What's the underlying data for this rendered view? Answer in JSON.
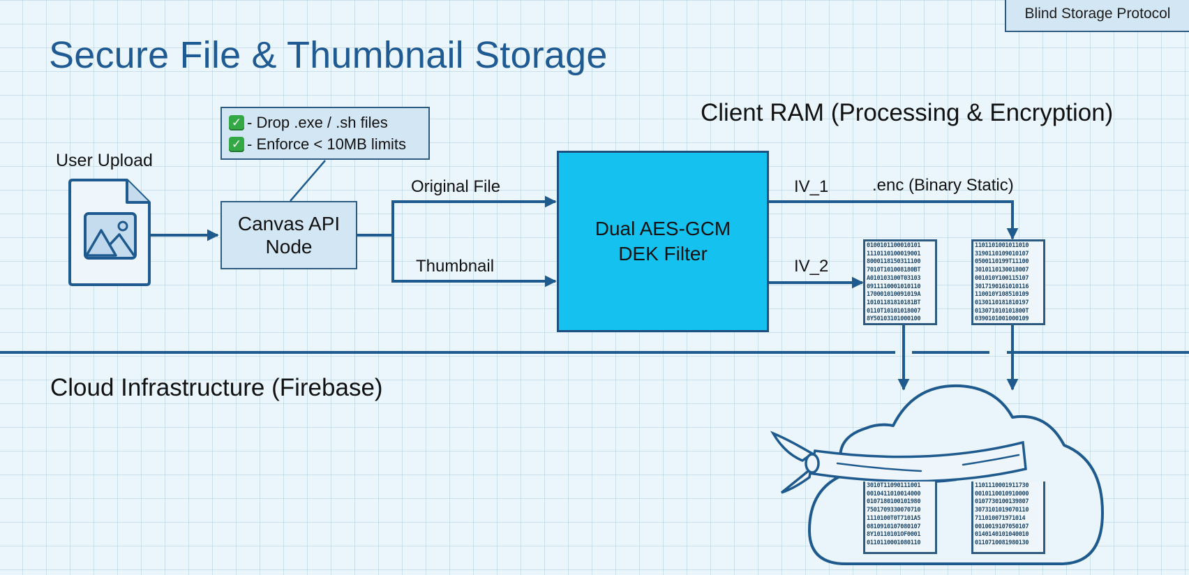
{
  "title": "Secure File & Thumbnail Storage",
  "badge": "Blind Storage Protocol",
  "zones": {
    "client": "Client RAM (Processing & Encryption)",
    "cloud": "Cloud Infrastructure (Firebase)"
  },
  "nodes": {
    "user_upload": {
      "label": "User Upload",
      "icon": "image-file-icon"
    },
    "canvas_node": {
      "line1": "Canvas API",
      "line2": "Node"
    },
    "dek_filter": {
      "line1": "Dual AES-GCM",
      "line2": "DEK Filter"
    },
    "cloud_storage": {
      "icon": "blindfolded-cloud-icon"
    }
  },
  "validation_rules": [
    {
      "icon": "check-icon",
      "text": "- Drop .exe / .sh files"
    },
    {
      "icon": "check-icon",
      "text": "- Enforce < 10MB limits"
    }
  ],
  "edges": {
    "original_file": "Original File",
    "thumbnail": "Thumbnail",
    "iv1": "IV_1",
    "iv2": "IV_2",
    "enc_output": ".enc (Binary Static)"
  },
  "colors": {
    "accent": "#1f5a93",
    "line": "#1e5a8e",
    "node_fill": "#d3e6f3",
    "filter_fill": "#14c1ef",
    "check": "#34a844",
    "background": "#eaf5fc"
  },
  "binary_blocks": {
    "client_left": [
      "0100101100010101",
      "1110110100019001",
      "8000118150311100",
      "7010T101008180BT",
      "A010103100T03103",
      "0911110001010110",
      "170001010091019A",
      "10101181810181BT",
      "0110T10101018007",
      "8Y50103101000100"
    ],
    "client_right": [
      "1101101001011010",
      "3190110109010107",
      "0500110199T11100",
      "3010110130018007",
      "001010Y100115107",
      "3017190161010116",
      "110010Y108510109",
      "0130110181810197",
      "013071010101800T",
      "0390101001000109"
    ],
    "cloud_left": [
      "3010T11090111001",
      "0010411010014000",
      "0107180100101980",
      "7501709330070710",
      "1110100T0T7101A5",
      "0810910107080107",
      "8Y10110101OF0001",
      "0110110001080110"
    ],
    "cloud_right": [
      "1101110001911730",
      "0010110010910000",
      "0107730100139807",
      "3073101019070110",
      "711010071971014",
      "0010019107050107",
      "0140140101040010",
      "0110710081980130"
    ]
  }
}
